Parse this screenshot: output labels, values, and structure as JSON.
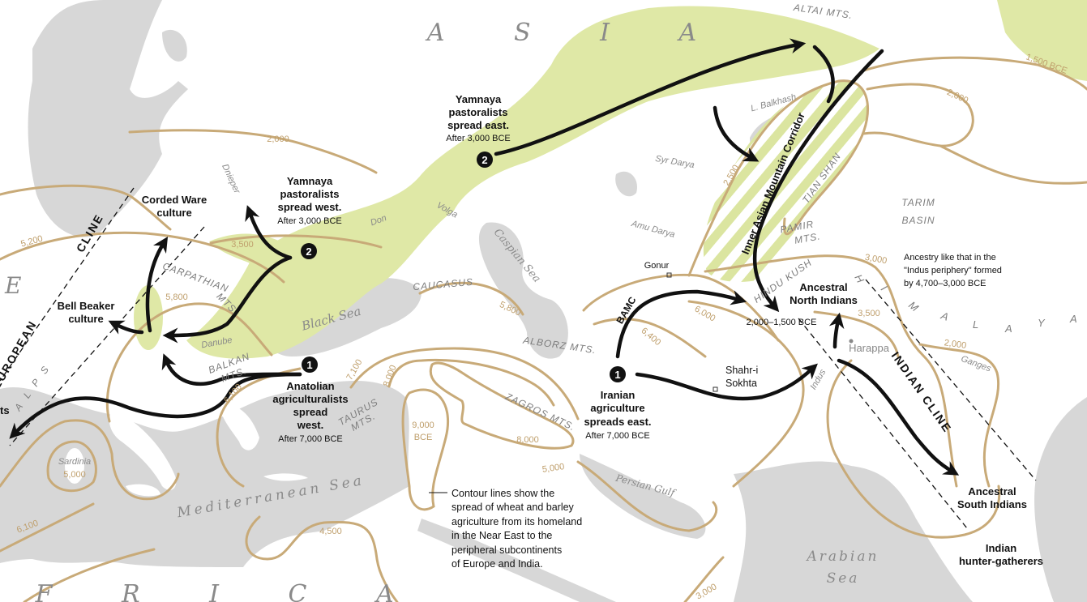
{
  "colors": {
    "water": "#d7d7d7",
    "steppe": "#dfe8a6",
    "contour": "#c8aa78",
    "arrow": "#111111"
  },
  "regions": {
    "asia": "A S I A",
    "africa": "A F R I C A",
    "europe_partial": "E",
    "alps": "A L P S"
  },
  "seas": {
    "black_sea": "Black Sea",
    "caspian": "Caspian Sea",
    "mediterranean": "Mediterranean Sea",
    "persian_gulf": "Persian Gulf",
    "arabian": [
      "Arabian",
      "Sea"
    ],
    "balkhash": "L. Balkhash"
  },
  "mountains": {
    "altai": "ALTAI MTS.",
    "carpathian": [
      "CARPATHIAN",
      "MTS."
    ],
    "balkan": [
      "BALKAN",
      "MTS."
    ],
    "caucasus": "CAUCASUS",
    "taurus": [
      "TAURUS",
      "MTS."
    ],
    "zagros": "ZAGROS MTS.",
    "alborz": "ALBORZ MTS.",
    "tian_shan": "TIAN SHAN",
    "pamir": [
      "PAMIR",
      "MTS."
    ],
    "hindu_kush": "HINDU KUSH",
    "himalaya": [
      "H",
      "I",
      "M",
      "A",
      "L",
      "A",
      "Y",
      "A"
    ],
    "tarim": [
      "TARIM",
      "BASIN"
    ]
  },
  "rivers": {
    "dnieper": "Dnieper",
    "don": "Don",
    "volga": "Volga",
    "danube": "Danube",
    "syr_darya": "Syr Darya",
    "amu_darya": "Amu Darya",
    "indus": "Indus",
    "ganges": "Ganges"
  },
  "places": {
    "sardinia": "Sardinia",
    "gonur": "Gonur",
    "harappa": "Harappa",
    "shahr_i_sokhta": [
      "Shahr-i",
      "Sokhta"
    ]
  },
  "contours": {
    "c1500": "1,500 BCE",
    "c2000_ne": "2,000",
    "c2000_n": "2,000",
    "c2500": "2,500",
    "c3000_hk": "3,000",
    "c3500_in": "3,500",
    "c2000_ganges": "2,000",
    "c3500_w": "3,500",
    "c5800_w": "5,800",
    "c5200": "5,200",
    "c6100_b": "6,100",
    "c5000_sard": "5,000",
    "c6100_sw": "6,100",
    "c4500": "4,500",
    "c7100": "7,100",
    "c8000_t": "8,000",
    "c9000": [
      "9,000",
      "BCE"
    ],
    "c8000_z": "8,000",
    "c5000_z": "5,000",
    "c5800_c": "5,800",
    "c6400": "6,400",
    "c6000": "6,000",
    "c3000_s": "3,000"
  },
  "annotations": {
    "yamnaya_east": {
      "badge": "2",
      "lines": [
        "Yamnaya",
        "pastoralists",
        "spread east."
      ],
      "date": "After 3,000 BCE"
    },
    "yamnaya_west": {
      "badge": "2",
      "lines": [
        "Yamnaya",
        "pastoralists",
        "spread west."
      ],
      "date": "After 3,000 BCE"
    },
    "anatolian": {
      "badge": "1",
      "lines": [
        "Anatolian",
        "agriculturalists",
        "spread",
        "west."
      ],
      "date": "After 7,000 BCE"
    },
    "iranian": {
      "badge": "1",
      "lines": [
        "Iranian",
        "agriculture",
        "spreads east."
      ],
      "date": "After 7,000 BCE"
    },
    "corded_ware": [
      "Corded Ware",
      "culture"
    ],
    "bell_beaker": [
      "Bell Beaker",
      "culture"
    ],
    "ancestral_north": [
      "Ancestral",
      "North Indians"
    ],
    "ancestral_north_date": "2,000–1,500 BCE",
    "ancestral_south": [
      "Ancestral",
      "South Indians"
    ],
    "hunter_gatherers": [
      "Indian",
      "hunter-gatherers"
    ],
    "indus_periphery": [
      "Ancestry like that in the",
      "\"Indus periphery\" formed",
      "by 4,700–3,000 BCE"
    ],
    "bamc": "BAMC",
    "corridor": "Inner Asian Mountain Corridor",
    "european_cline": "EUROPEAN",
    "european_cline_2": "CLINE",
    "indian_cline": "INDIAN CLINE",
    "cut_label": "ts",
    "contour_note": [
      "Contour lines show the",
      "spread of wheat and barley",
      "agriculture from its homeland",
      "in the Near East to the",
      "peripheral subcontinents",
      "of Europe and India."
    ]
  }
}
